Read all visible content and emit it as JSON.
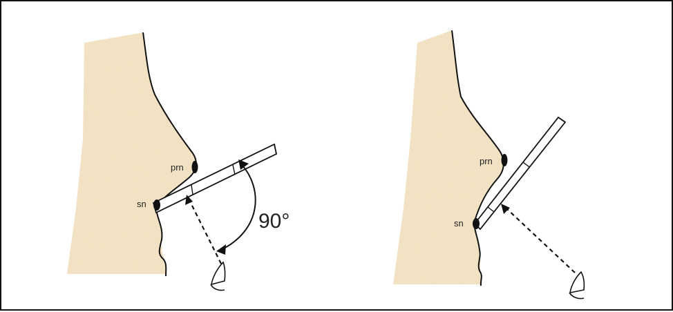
{
  "colors": {
    "skin": "#f2e3c4",
    "skin_shade": "#e8d3a8",
    "ink": "#111111"
  },
  "left_panel": {
    "landmark_prn": "prn",
    "landmark_sn": "sn",
    "angle_label": "90°"
  },
  "right_panel": {
    "landmark_prn": "prn",
    "landmark_sn": "sn"
  }
}
